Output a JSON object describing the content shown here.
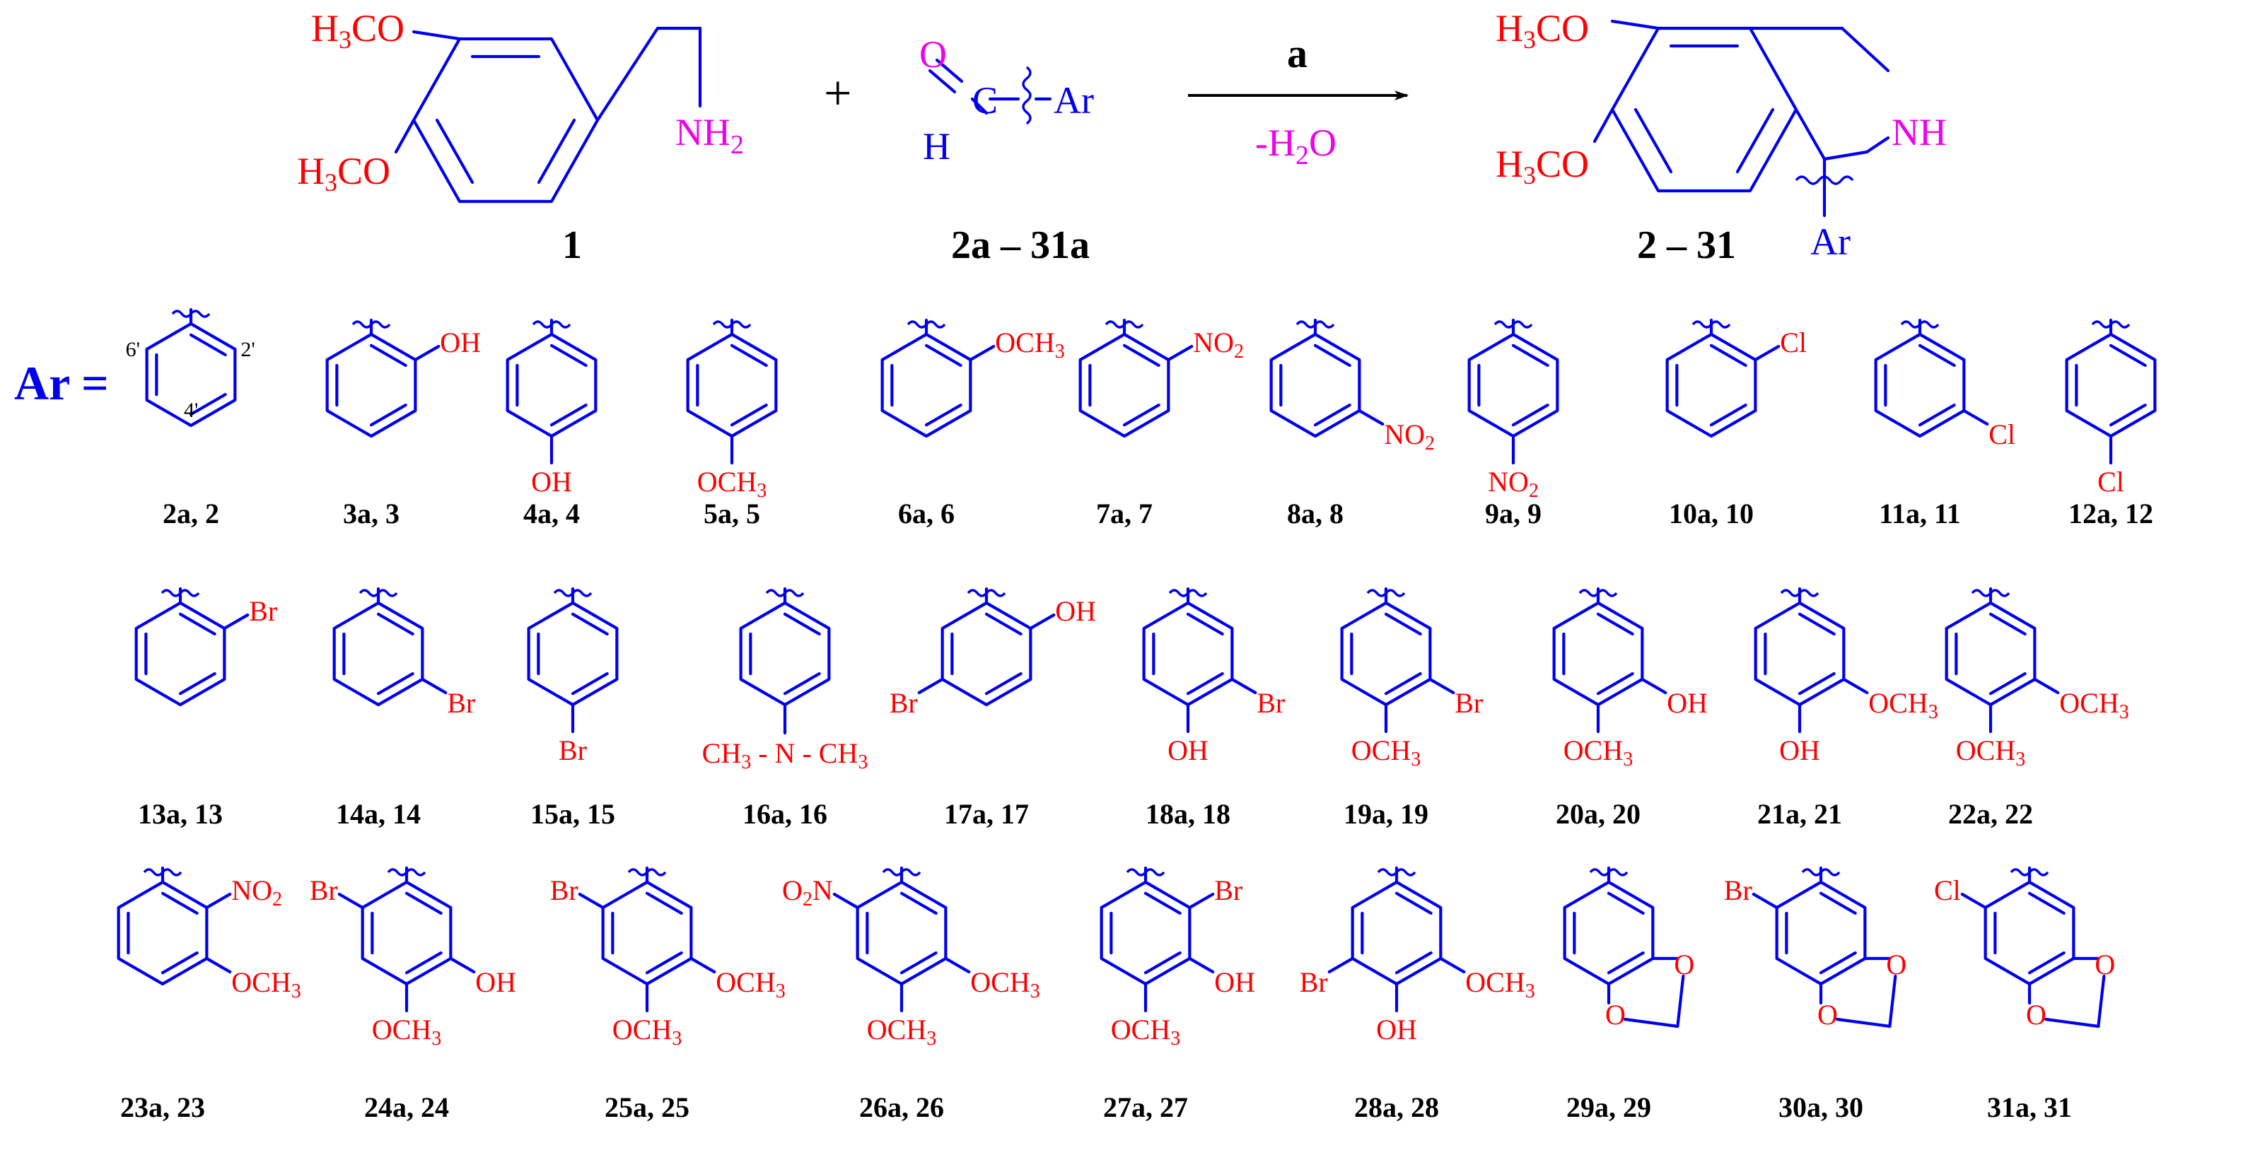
{
  "reaction": {
    "reactant1": {
      "substituent_top": "H3CO",
      "substituent_bottom": "H3CO",
      "amine": "NH2",
      "label": "1"
    },
    "plus": "+",
    "reactant2": {
      "carbonyl_o": "O",
      "carbonyl_c": "C",
      "carbonyl_h": "H",
      "aryl": "Ar",
      "label": "2a – 31a"
    },
    "reagent": "a",
    "byproduct": "-H2O",
    "product": {
      "substituent_top": "H3CO",
      "substituent_bottom": "H3CO",
      "amine": "NH",
      "aryl": "Ar",
      "label": "2 – 31"
    }
  },
  "ar_definition": "Ar =",
  "numbering": [
    "6'",
    "2'",
    "4'"
  ],
  "substituents": [
    {
      "label": "2a, 2",
      "groups": []
    },
    {
      "label": "3a, 3",
      "groups": [
        "OH"
      ]
    },
    {
      "label": "4a, 4",
      "groups": [
        "OH"
      ]
    },
    {
      "label": "5a, 5",
      "groups": [
        "OCH3"
      ]
    },
    {
      "label": "6a, 6",
      "groups": [
        "OCH3"
      ]
    },
    {
      "label": "7a, 7",
      "groups": [
        "NO2"
      ]
    },
    {
      "label": "8a, 8",
      "groups": [
        "NO2"
      ]
    },
    {
      "label": "9a, 9",
      "groups": [
        "NO2"
      ]
    },
    {
      "label": "10a, 10",
      "groups": [
        "Cl"
      ]
    },
    {
      "label": "11a, 11",
      "groups": [
        "Cl"
      ]
    },
    {
      "label": "12a, 12",
      "groups": [
        "Cl"
      ]
    },
    {
      "label": "13a, 13",
      "groups": [
        "Br"
      ]
    },
    {
      "label": "14a, 14",
      "groups": [
        "Br"
      ]
    },
    {
      "label": "15a, 15",
      "groups": [
        "Br"
      ]
    },
    {
      "label": "16a, 16",
      "groups": [
        "CH3 - N - CH3"
      ]
    },
    {
      "label": "17a, 17",
      "groups": [
        "OH",
        "Br"
      ]
    },
    {
      "label": "18a, 18",
      "groups": [
        "Br",
        "OH"
      ]
    },
    {
      "label": "19a, 19",
      "groups": [
        "Br",
        "OCH3"
      ]
    },
    {
      "label": "20a, 20",
      "groups": [
        "OH",
        "OCH3"
      ]
    },
    {
      "label": "21a, 21",
      "groups": [
        "OCH3",
        "OH"
      ]
    },
    {
      "label": "22a, 22",
      "groups": [
        "OCH3",
        "OCH3"
      ]
    },
    {
      "label": "23a, 23",
      "groups": [
        "NO2",
        "OCH3"
      ]
    },
    {
      "label": "24a, 24",
      "groups": [
        "Br",
        "OH",
        "OCH3"
      ]
    },
    {
      "label": "25a, 25",
      "groups": [
        "Br",
        "OCH3",
        "OCH3"
      ]
    },
    {
      "label": "26a, 26",
      "groups": [
        "O2N",
        "OCH3",
        "OCH3"
      ]
    },
    {
      "label": "27a, 27",
      "groups": [
        "Br",
        "OH",
        "OCH3"
      ]
    },
    {
      "label": "28a, 28",
      "groups": [
        "OCH3",
        "Br",
        "OH"
      ]
    },
    {
      "label": "29a, 29",
      "groups": [
        "O",
        "O"
      ]
    },
    {
      "label": "30a, 30",
      "groups": [
        "Br",
        "O",
        "O"
      ]
    },
    {
      "label": "31a, 31",
      "groups": [
        "Cl",
        "O",
        "O"
      ]
    }
  ],
  "colors": {
    "bond": "#0000ee",
    "heteroatom": "#ff0000",
    "amine": "#ee00ee",
    "caption": "#000000"
  }
}
